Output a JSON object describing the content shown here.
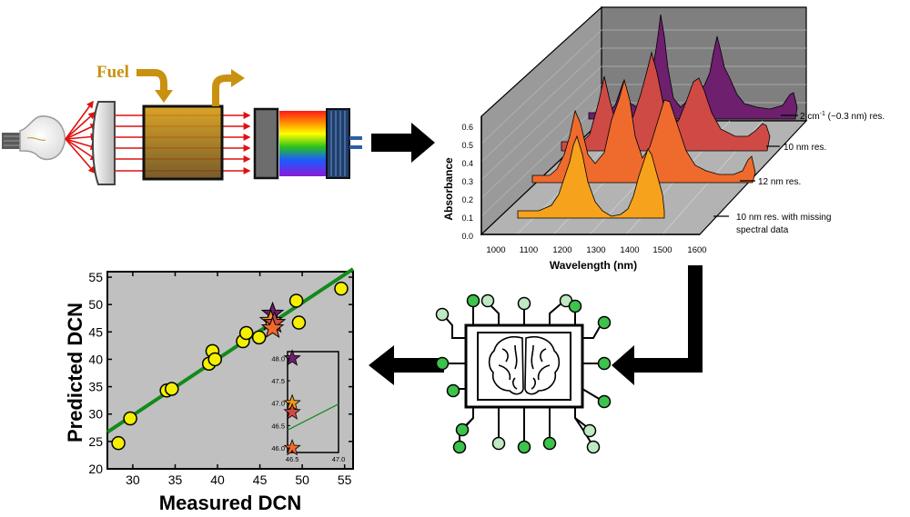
{
  "fuel_label": "Fuel",
  "spectra_panel": {
    "ylabel": "Absorbance",
    "xlabel": "Wavelength (nm)",
    "y_ticks": [
      "0.6",
      "0.5",
      "0.4",
      "0.3",
      "0.2",
      "0.1",
      "0.0"
    ],
    "x_ticks": [
      "1000",
      "1100",
      "1200",
      "1300",
      "1400",
      "1500",
      "1600"
    ],
    "series_labels": [
      {
        "main": "2 cm",
        "sup": "-1",
        "rest": " (~0.3 nm) res."
      },
      {
        "main": "10 nm res."
      },
      {
        "main": "12 nm res."
      },
      {
        "main": "10 nm res. with missing",
        "line2": "spectral data"
      }
    ],
    "colors": [
      "#6e1f6e",
      "#cf4a45",
      "#ee6b2d",
      "#f7a21d"
    ]
  },
  "chart_data": {
    "type": "scatter",
    "xlabel": "Measured DCN",
    "ylabel": "Predicted DCN",
    "xlim": [
      27,
      56
    ],
    "ylim": [
      20,
      56
    ],
    "x_ticks": [
      30,
      35,
      40,
      45,
      50,
      55
    ],
    "y_ticks": [
      20,
      25,
      30,
      35,
      40,
      45,
      50,
      55
    ],
    "points": [
      {
        "x": 28.3,
        "y": 24.7
      },
      {
        "x": 29.7,
        "y": 29.2
      },
      {
        "x": 34.0,
        "y": 34.3
      },
      {
        "x": 34.6,
        "y": 34.6
      },
      {
        "x": 39.0,
        "y": 39.2
      },
      {
        "x": 39.4,
        "y": 41.5
      },
      {
        "x": 39.7,
        "y": 40.0
      },
      {
        "x": 43.0,
        "y": 43.3
      },
      {
        "x": 43.4,
        "y": 44.8
      },
      {
        "x": 44.9,
        "y": 44.0
      },
      {
        "x": 49.3,
        "y": 50.7
      },
      {
        "x": 49.6,
        "y": 46.7
      },
      {
        "x": 54.6,
        "y": 52.9
      }
    ],
    "fit_line": {
      "x": [
        27,
        56
      ],
      "y": [
        26.7,
        56.5
      ],
      "color": "#138a1a"
    },
    "stars": [
      {
        "x": 46.5,
        "y": 48.0,
        "color": "#6e1f6e"
      },
      {
        "x": 46.5,
        "y": 47.0,
        "color": "#f39a1d"
      },
      {
        "x": 46.5,
        "y": 46.8,
        "color": "#cf4a45"
      },
      {
        "x": 46.5,
        "y": 46.0,
        "color": "#ee6b2d"
      }
    ],
    "inset": {
      "xlim": [
        46.45,
        47.0
      ],
      "ylim": [
        45.9,
        48.15
      ],
      "x_ticks": [
        "46.5",
        "47.0"
      ],
      "y_ticks": [
        "48.0",
        "47.5",
        "47.0",
        "46.5",
        "46.0"
      ],
      "x_tick_values": [
        46.5,
        47.0
      ],
      "y_tick_values": [
        48.0,
        47.5,
        47.0,
        46.5,
        46.0
      ],
      "fit_line": {
        "x": [
          46.45,
          47.0
        ],
        "y": [
          46.4,
          46.98
        ]
      }
    }
  }
}
